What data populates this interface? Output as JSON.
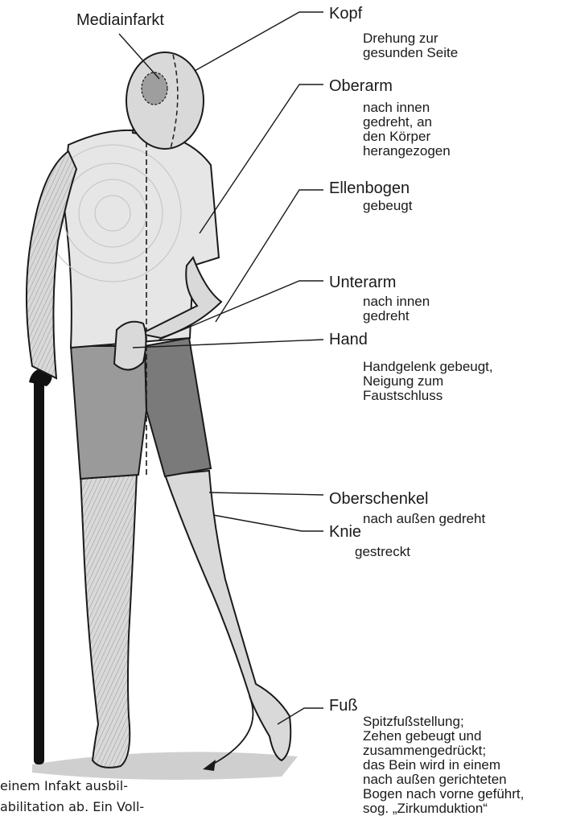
{
  "stroke_annotation": "Mediainfarkt",
  "labels": [
    {
      "heading": "Kopf",
      "detail": "Drehung zur\ngesunden Seite"
    },
    {
      "heading": "Oberarm",
      "detail": "nach innen\ngedreht, an\nden Körper\nherangezogen"
    },
    {
      "heading": "Ellenbogen",
      "detail": "gebeugt"
    },
    {
      "heading": "Unterarm",
      "detail": "nach innen\ngedreht"
    },
    {
      "heading": "Hand",
      "detail": "Handgelenk gebeugt,\nNeigung zum\nFaustschluss"
    },
    {
      "heading": "Oberschenkel",
      "detail": "nach außen gedreht"
    },
    {
      "heading": "Knie",
      "detail": "gestreckt"
    },
    {
      "heading": "Fuß",
      "detail": "Spitzfußstellung;\nZehen gebeugt und\nzusammengedrückt;\ndas Bein wird in einem\nnach außen gerichteten\nBogen nach vorne geführt,\nsog. „Zirkumduktion“"
    }
  ],
  "footer_fragment": "einem Infakt ausbil-\nabilitation ab. Ein Voll-",
  "colors": {
    "skin": "#d9d9d9",
    "skin_shadow": "#b8b8b8",
    "shirt": "#e6e6e6",
    "shorts_left": "#9a9a9a",
    "shorts_right": "#7a7a7a",
    "infarct": "#9e9e9e",
    "cane": "#111111",
    "line": "#1a1a1a"
  }
}
